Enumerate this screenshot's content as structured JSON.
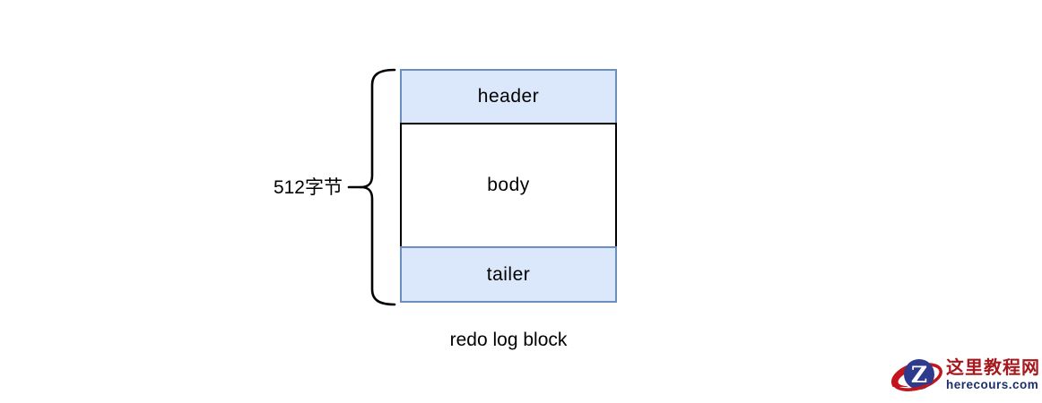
{
  "diagram": {
    "size_label": "512字节",
    "caption": "redo log block",
    "blocks": [
      {
        "label": "header"
      },
      {
        "label": "body"
      },
      {
        "label": "tailer"
      }
    ],
    "colors": {
      "block_fill": "#dbe8fb",
      "block_border": "#6c8ebf",
      "body_border": "#000000",
      "line_color": "#000000"
    }
  },
  "watermark": {
    "site_name": "这里教程网",
    "site_domain": "herecours.com",
    "logo_letter": "Z",
    "colors": {
      "brand_red": "#a6181d",
      "brand_navy": "#1c2e6b",
      "globe_navy": "#2e3a8c",
      "orbit_red": "#c1161d"
    }
  }
}
